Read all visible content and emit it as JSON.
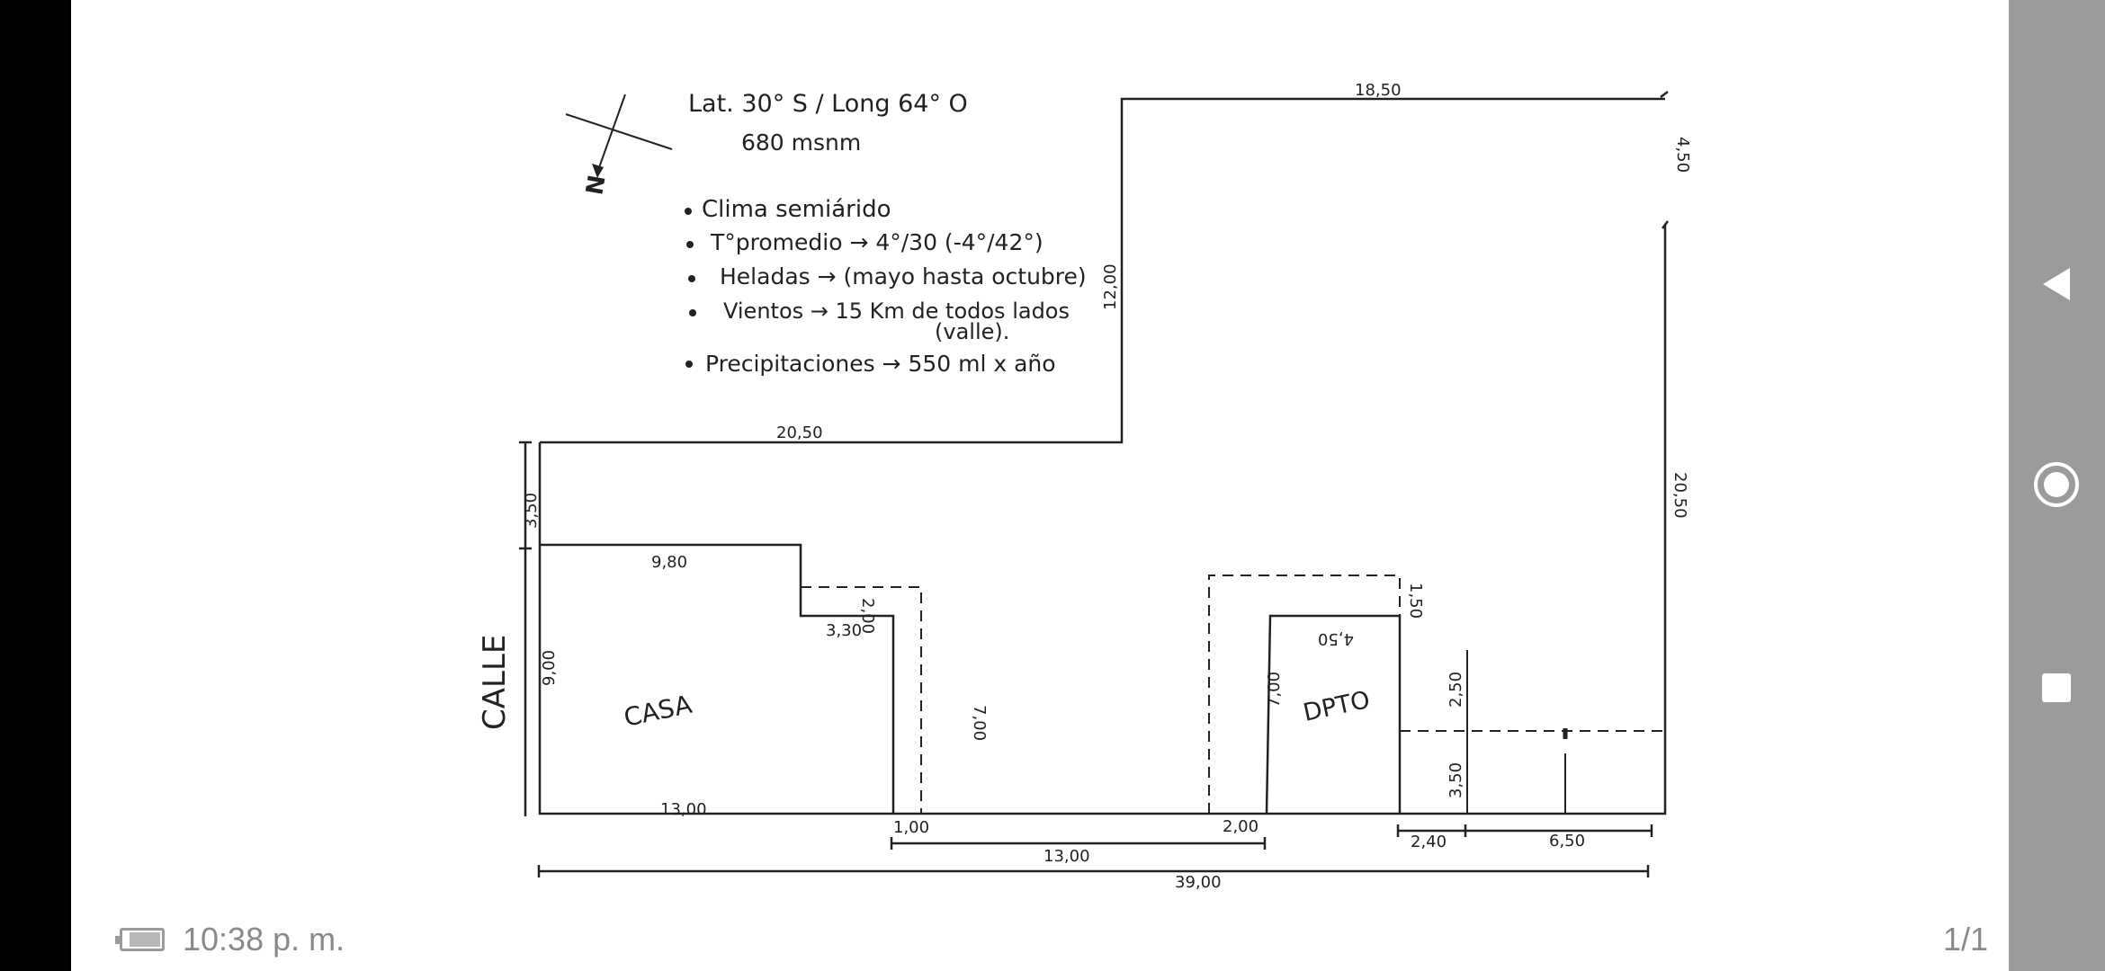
{
  "document": {
    "header": {
      "coordinates": "Lat. 30° S / Long 64° O",
      "altitude": "680 msnm",
      "north_label": "N"
    },
    "climate_notes": [
      "Clima semiárido",
      "T°promedio → 4°/30 (-4°/42°)",
      "Heladas → (mayo hasta octubre)",
      "Vientos → 15 Km de todos lados",
      "(valle).",
      "Precipitaciones → 550 ml x año"
    ],
    "street_label": "CALLE",
    "rooms": {
      "house": "CASA",
      "apartment": "DPTO"
    },
    "dimensions": {
      "top_right_width": "18,50",
      "upper_left_width": "20,50",
      "step_height": "12,00",
      "right_top_gap": "4,50",
      "right_side": "20,50",
      "left_top": "3,50",
      "house_top": "9,80",
      "house_step_height": "2,00",
      "house_step_width": "3,30",
      "house_left_height": "9,00",
      "house_right_height": "7,00",
      "house_bottom": "13,00",
      "gap_one": "1,00",
      "bottom_middle": "13,00",
      "gap_two": "2,00",
      "apt_top_width": "4,50",
      "apt_top_offset": "1,50",
      "apt_left_height": "7,00",
      "right_upper": "2,50",
      "right_lower": "3,50",
      "right_gap": "2,40",
      "right_width": "6,50",
      "total_width": "39,00"
    }
  },
  "status": {
    "time": "10:38 p. m.",
    "page_indicator": "1/1"
  },
  "navigation": {
    "back_icon": "back-triangle-icon",
    "home_icon": "home-circle-icon",
    "recents_icon": "recents-square-icon"
  },
  "colors": {
    "background": "#000000",
    "paper": "#ffffff",
    "ink": "#222222",
    "navbar": "#9b9b9b",
    "status_text": "#8a8a8a"
  }
}
